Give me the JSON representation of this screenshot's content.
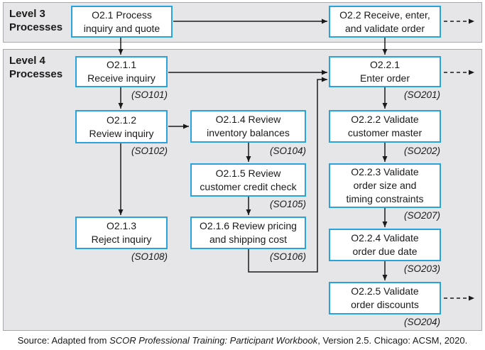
{
  "colors": {
    "accent_blue": "#29a3dc",
    "band_background": "#e6e6e8",
    "band_border": "#a8a8ae",
    "text": "#1a1a1a",
    "arrow": "#1a1a1a"
  },
  "bands": {
    "level3": {
      "label": "Level 3\nProcesses"
    },
    "level4": {
      "label": "Level 4\nProcesses"
    }
  },
  "nodes": {
    "o21": {
      "label": "O2.1 Process\ninquiry and quote"
    },
    "o22": {
      "label": "O2.2 Receive, enter,\nand validate order"
    },
    "o211": {
      "label": "O2.1.1\nReceive inquiry",
      "ref": "(SO101)"
    },
    "o212": {
      "label": "O2.1.2\nReview inquiry",
      "ref": "(SO102)"
    },
    "o213": {
      "label": "O2.1.3\nReject inquiry",
      "ref": "(SO108)"
    },
    "o214": {
      "label": "O2.1.4 Review\ninventory balances",
      "ref": "(SO104)"
    },
    "o215": {
      "label": "O2.1.5 Review\ncustomer credit check",
      "ref": "(SO105)"
    },
    "o216": {
      "label": "O2.1.6 Review pricing\nand shipping cost",
      "ref": "(SO106)"
    },
    "o221": {
      "label": "O2.2.1\nEnter order",
      "ref": "(SO201)"
    },
    "o222": {
      "label": "O2.2.2 Validate\ncustomer master",
      "ref": "(SO202)"
    },
    "o223": {
      "label": "O2.2.3 Validate\norder size and\ntiming constraints",
      "ref": "(SO207)"
    },
    "o224": {
      "label": "O2.2.4 Validate\norder due date",
      "ref": "(SO203)"
    },
    "o225": {
      "label": "O2.2.5 Validate\norder discounts",
      "ref": "(SO204)"
    }
  },
  "source": {
    "prefix": "Source: Adapted from ",
    "title": "SCOR Professional Training: Participant Workbook",
    "suffix": ", Version 2.5. Chicago: ACSM, 2020."
  }
}
